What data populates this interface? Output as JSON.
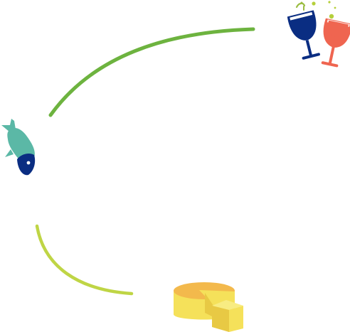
{
  "diagram": {
    "nodes": [
      {
        "id": "wine",
        "icon": "wine-glasses-toast-icon"
      },
      {
        "id": "fish",
        "icon": "fish-icon"
      },
      {
        "id": "cheese",
        "icon": "cheese-wheel-icon"
      }
    ],
    "connectors": [
      {
        "from": "fish",
        "to": "wine",
        "color": "#6db33f"
      },
      {
        "from": "fish",
        "to": "cheese",
        "color": "#bfd545"
      }
    ]
  },
  "colors": {
    "teal": "#5bb8a6",
    "navy": "#0a2d82",
    "coral": "#ef6550",
    "cheese_light": "#f5e15a",
    "cheese_rind": "#f3b94c",
    "cheese_shade": "#e8c944",
    "bubble_green": "#b5cf3b",
    "bubble_olive": "#9bbd42"
  }
}
